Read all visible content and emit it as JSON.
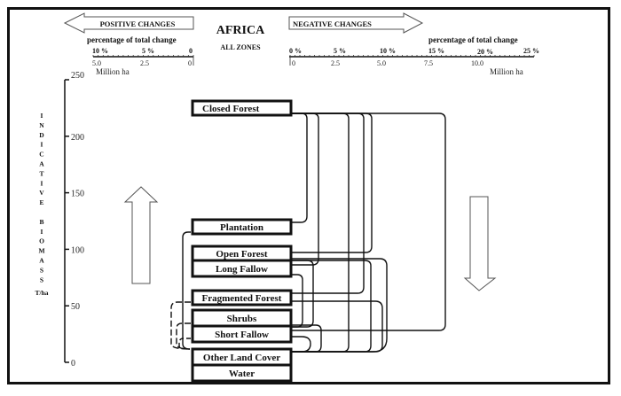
{
  "title": "AFRICA",
  "subtitle": "ALL ZONES",
  "positive_changes_label": "POSITIVE CHANGES",
  "negative_changes_label": "NEGATIVE CHANGES",
  "left_axis": {
    "pct_label": "percentage of total change",
    "pct_ticks": [
      "10 %",
      "5 %",
      "0"
    ],
    "mha_ticks": [
      "5.0",
      "2.5",
      "0"
    ],
    "unit_label": "Million ha"
  },
  "right_axis": {
    "pct_label": "percentage of total change",
    "pct_ticks": [
      "0 %",
      "5 %",
      "10 %",
      "15 %",
      "20 %",
      "25 %"
    ],
    "mha_ticks": [
      "0",
      "2.5",
      "5.0",
      "7.5",
      "10.0"
    ],
    "unit_label": "Million ha"
  },
  "biomass_axis": {
    "label_letters": [
      "I",
      "N",
      "D",
      "I",
      "C",
      "A",
      "T",
      "I",
      "V",
      "E",
      "",
      "B",
      "I",
      "O",
      "M",
      "A",
      "S",
      "S"
    ],
    "unit": "T/ha",
    "ticks": [
      {
        "value": 250,
        "label": "250"
      },
      {
        "value": 200,
        "label": "200"
      },
      {
        "value": 150,
        "label": "150"
      },
      {
        "value": 100,
        "label": "100"
      },
      {
        "value": 50,
        "label": "50"
      },
      {
        "value": 0,
        "label": "0"
      }
    ]
  },
  "classes": [
    {
      "id": "closed-forest",
      "label": "Closed Forest"
    },
    {
      "id": "plantation",
      "label": "Plantation"
    },
    {
      "id": "open-forest",
      "label": "Open Forest"
    },
    {
      "id": "long-fallow",
      "label": "Long Fallow"
    },
    {
      "id": "fragmented-forest",
      "label": "Fragmented Forest"
    },
    {
      "id": "shrubs",
      "label": "Shrubs"
    },
    {
      "id": "short-fallow",
      "label": "Short Fallow"
    },
    {
      "id": "other-land-cover",
      "label": "Other Land Cover"
    },
    {
      "id": "water",
      "label": "Water"
    }
  ],
  "indicators": {
    "up_arrow": "increase-in-biomass",
    "down_arrow": "decrease-in-biomass"
  }
}
